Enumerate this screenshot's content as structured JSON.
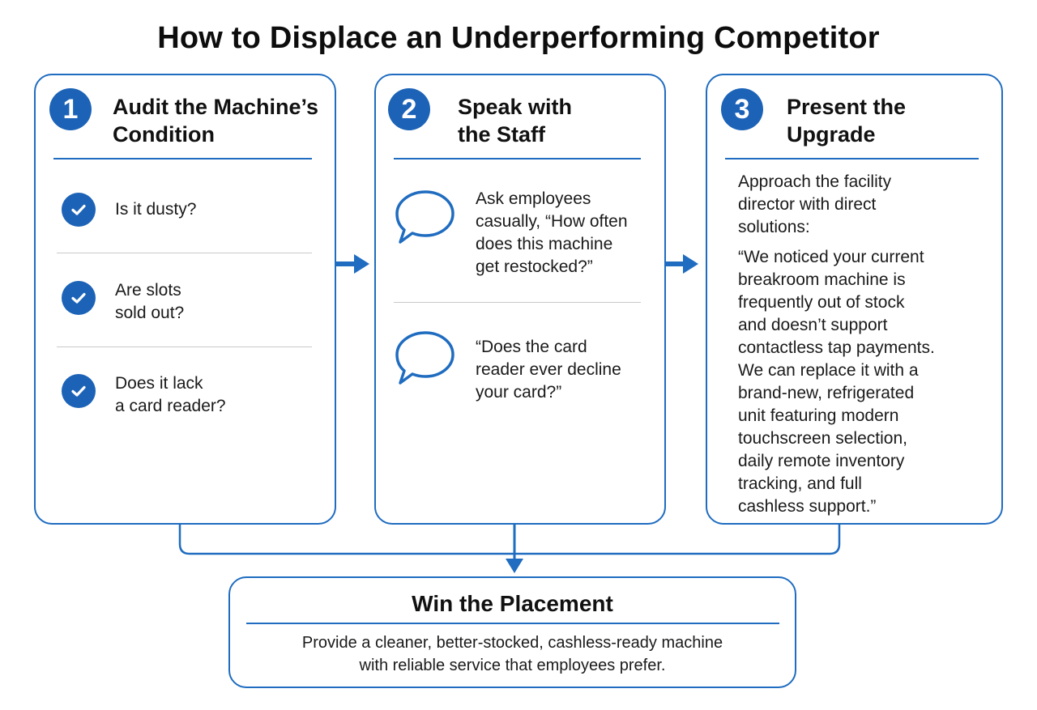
{
  "title": "How to Displace an Underperforming Competitor",
  "steps": [
    {
      "number": "1",
      "heading_line1": "Audit the Machine’s",
      "heading_line2": "Condition",
      "items": [
        {
          "line1": "Is it dusty?",
          "line2": ""
        },
        {
          "line1": "Are slots",
          "line2": "sold out?"
        },
        {
          "line1": "Does it lack",
          "line2": "a card reader?"
        }
      ],
      "item_icon": "check-circle-icon"
    },
    {
      "number": "2",
      "heading_line1": "Speak with",
      "heading_line2": "the Staff",
      "item_icon": "speech-bubble-icon",
      "items": [
        {
          "lines": [
            "Ask employees",
            "casually, “How often",
            "does this machine",
            "get restocked?”"
          ]
        },
        {
          "lines": [
            "“Does the card",
            "reader ever decline",
            "your card?”"
          ]
        }
      ]
    },
    {
      "number": "3",
      "heading_line1": "Present the",
      "heading_line2": "Upgrade",
      "intro_lines": [
        "Approach the facility",
        "director with direct",
        "solutions:"
      ],
      "quote_lines": [
        "“We noticed your current",
        "breakroom machine is",
        "frequently out of stock",
        "and doesn’t support",
        "contactless tap payments.",
        "We can replace it with a",
        "brand-new, refrigerated",
        "unit featuring modern",
        "touchscreen selection,",
        "daily remote inventory",
        "tracking, and full",
        "cashless support.”"
      ]
    }
  ],
  "outcome": {
    "heading": "Win the Placement",
    "line1": "Provide a cleaner, better-stocked, cashless-ready machine",
    "line2": "with reliable service that employees prefer."
  },
  "colors": {
    "accent": "#1f6cc0",
    "accent_dark": "#1c63b7",
    "divider": "#c9c9c9",
    "text": "#111111"
  }
}
